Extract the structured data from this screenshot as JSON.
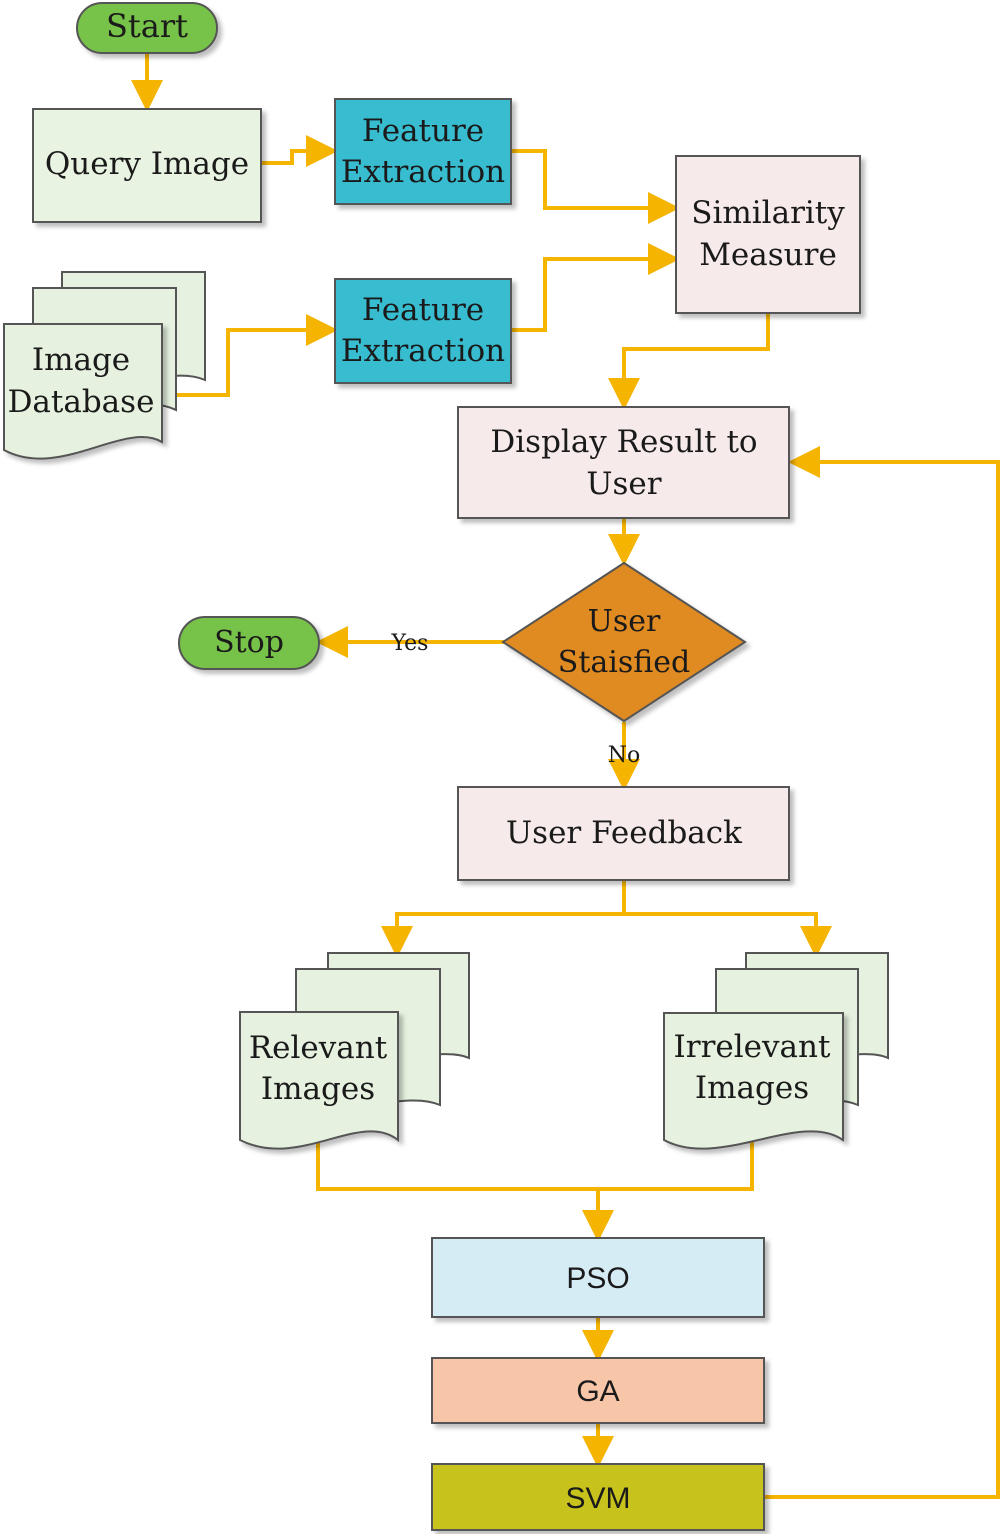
{
  "colors": {
    "arrow": "#f5b400",
    "terminal_fill": "#77c24a",
    "process_fill": "#e9f3e1",
    "feature_fill": "#37bdd0",
    "pink_fill": "#f6ebea",
    "decision_fill": "#e08a22",
    "pso_fill": "#d5ecf5",
    "ga_fill": "#f7c5a8",
    "svm_fill": "#c8c21e",
    "doc_fill": "#e6f2df"
  },
  "nodes": {
    "start": "Start",
    "query_image": "Query Image",
    "feature_extraction_1": [
      "Feature",
      "Extraction"
    ],
    "similarity_measure": [
      "Similarity",
      "Measure"
    ],
    "image_database": [
      "Image",
      "Database"
    ],
    "feature_extraction_2": [
      "Feature",
      "Extraction"
    ],
    "display_result": [
      "Display Result to",
      "User"
    ],
    "user_satisfied": [
      "User",
      "Staisfied"
    ],
    "stop": "Stop",
    "user_feedback": "User Feedback",
    "relevant_images": [
      "Relevant",
      "Images"
    ],
    "irrelevant_images": [
      "Irrelevant",
      "Images"
    ],
    "pso": "PSO",
    "ga": "GA",
    "svm": "SVM"
  },
  "edge_labels": {
    "yes": "Yes",
    "no": "No"
  }
}
